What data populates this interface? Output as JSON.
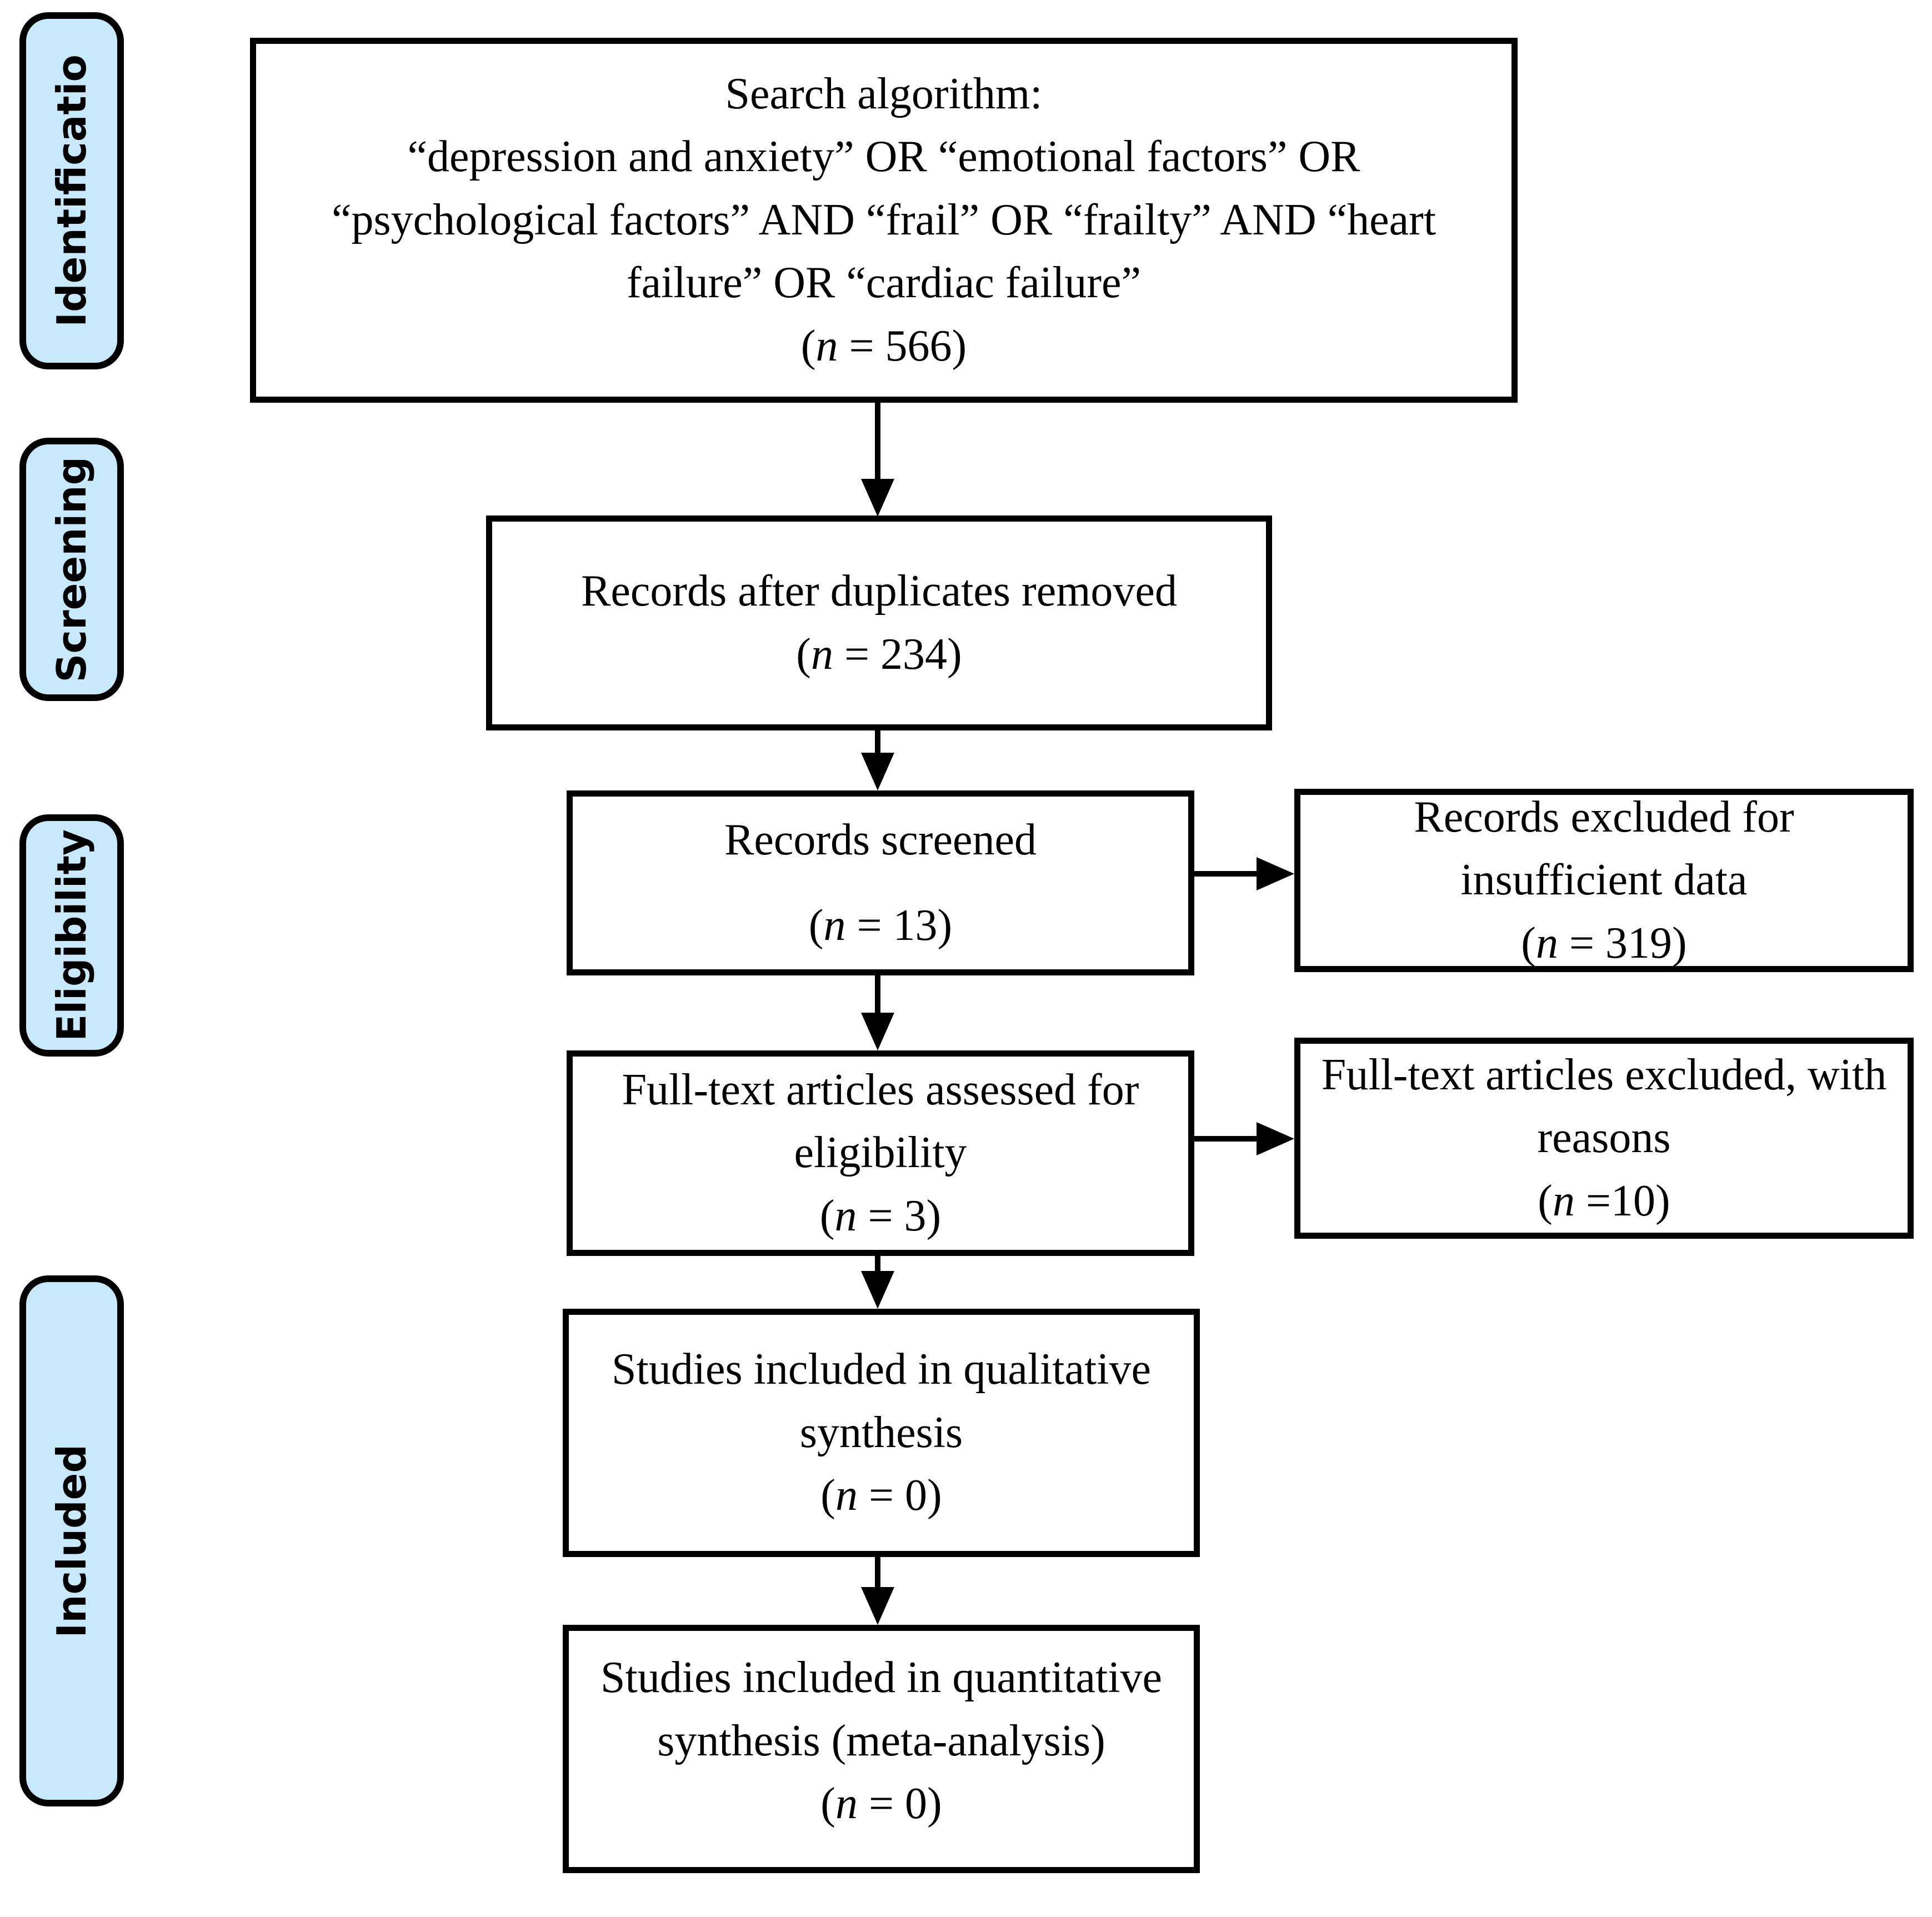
{
  "diagram": {
    "kind": "PRISMA flow diagram",
    "colors": {
      "stage_fill": "#c7e9fb",
      "stage_border": "#000000",
      "box_fill": "#ffffff",
      "box_border": "#000000",
      "arrow": "#000000"
    },
    "stages": [
      {
        "id": "identification",
        "label": "Identificatio"
      },
      {
        "id": "screening",
        "label": "Screening"
      },
      {
        "id": "eligibility",
        "label": "Eligibility"
      },
      {
        "id": "included",
        "label": "Included"
      }
    ],
    "boxes": {
      "search": {
        "line1": "Search algorithm:",
        "line2": "“depression and anxiety” OR “emotional factors” OR",
        "line3": "“psychological factors” AND “frail” OR “frailty” AND “heart",
        "line4": "failure” OR “cardiac failure”",
        "count": {
          "pre": "(",
          "var": "n",
          "post": " = 566)"
        }
      },
      "duplicates_removed": {
        "line1": "Records after duplicates removed",
        "count": {
          "pre": "(",
          "var": "n",
          "post": " = 234)"
        }
      },
      "screened": {
        "line1": "Records screened",
        "count": {
          "pre": "(",
          "var": "n",
          "post": " = 13)"
        }
      },
      "records_excluded": {
        "line1": "Records excluded for",
        "line2": "insufficient data",
        "count": {
          "pre": "(",
          "var": "n",
          "post": " = 319)"
        }
      },
      "fulltext_assessed": {
        "line1": "Full-text articles assessed for",
        "line2": "eligibility",
        "count": {
          "pre": "(",
          "var": "n",
          "post": " = 3)"
        }
      },
      "fulltext_excluded": {
        "line1": "Full-text articles excluded, with",
        "line2": "reasons",
        "count": {
          "pre": "(",
          "var": "n",
          "post": " =10)"
        }
      },
      "qualitative": {
        "line1": "Studies included in qualitative",
        "line2": "synthesis",
        "count": {
          "pre": "(",
          "var": "n",
          "post": " = 0)"
        }
      },
      "quantitative": {
        "line1": "Studies included in quantitative",
        "line2": "synthesis (meta-analysis)",
        "count": {
          "pre": "(",
          "var": "n",
          "post": " = 0)"
        }
      }
    }
  }
}
